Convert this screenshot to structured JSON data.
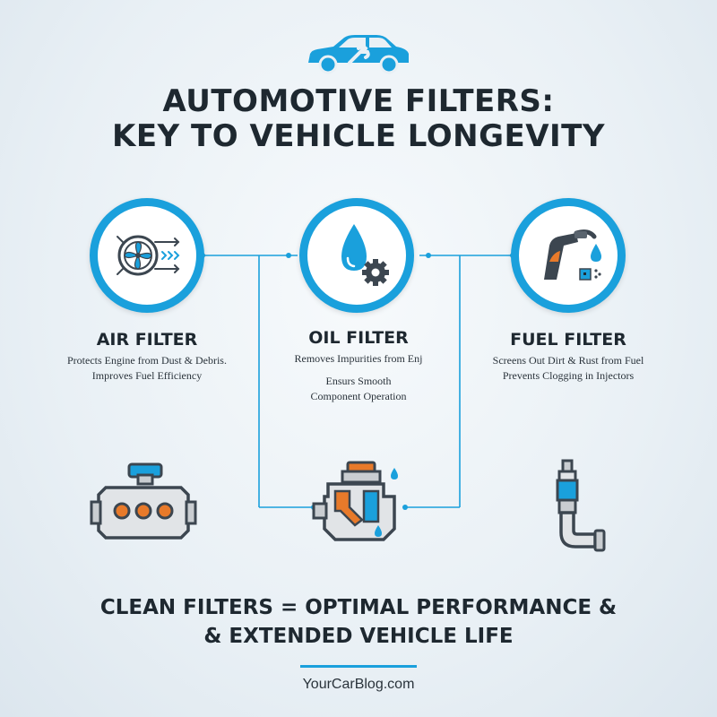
{
  "header": {
    "logo_icon": "car-wrench-icon",
    "title_line1": "AUTOMOTIVE FILTERS:",
    "title_line2": "KEY TO VEHICLE LONGEVITY"
  },
  "colors": {
    "accent": "#1aa0dc",
    "dark": "#3c4650",
    "orange": "#e87a2a",
    "gray": "#c9cdd1"
  },
  "filters": [
    {
      "icon": "air-filter-fan-icon",
      "title": "AIR FILTER",
      "desc_line1": "Protects Engine from Dust & Debris.",
      "desc_line2": "Improves Fuel Efficiency"
    },
    {
      "icon": "oil-drop-gear-icon",
      "title": "OIL FILTER",
      "desc_line1": "Removes Impurities from Enj",
      "desc_line2": "Ensurs Smooth",
      "desc_line3": "Component Operation"
    },
    {
      "icon": "fuel-nozzle-icon",
      "title": "FUEL FILTER",
      "desc_line1": "Screens Out Dirt & Rust from Fuel",
      "desc_line2": "Prevents Clogging in Injectors"
    }
  ],
  "bottom_icons": [
    "engine-block-icon",
    "oil-engine-icon",
    "fuel-injector-icon"
  ],
  "footer": {
    "tagline_line1": "CLEAN FILTERS = OPTIMAL PERFORMANCE &",
    "tagline_line2": "& EXTENDED VEHICLE LIFE",
    "website": "YourCarBlog.com"
  }
}
